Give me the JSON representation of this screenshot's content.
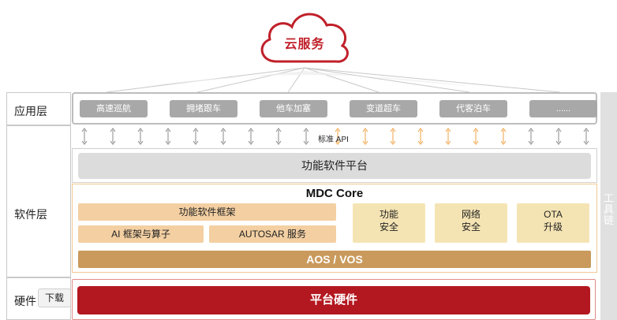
{
  "cloud": {
    "label": "云服务"
  },
  "layers": {
    "app": "应用层",
    "software": "软件层",
    "hardware_partial": "硬件"
  },
  "apps": [
    "高速巡航",
    "拥堵跟车",
    "他车加塞",
    "变道超车",
    "代客泊车",
    "......"
  ],
  "api_label": "标准 API",
  "platform": "功能软件平台",
  "mdc": {
    "title": "MDC Core",
    "framework": "功能软件框架",
    "ai": "AI 框架与算子",
    "autosar": "AUTOSAR 服务",
    "func_safety": [
      "功能",
      "安全"
    ],
    "net_safety": [
      "网络",
      "安全"
    ],
    "ota": [
      "OTA",
      "升级"
    ],
    "aos": "AOS / VOS"
  },
  "hardware": "平台硬件",
  "tooltip": "下载",
  "side_text": "工具链",
  "colors": {
    "brand_red": "#c0202a",
    "hardware_red": "#b3171f",
    "aos_tan": "#c99a5c",
    "arrow_orange": "#f0a040"
  }
}
